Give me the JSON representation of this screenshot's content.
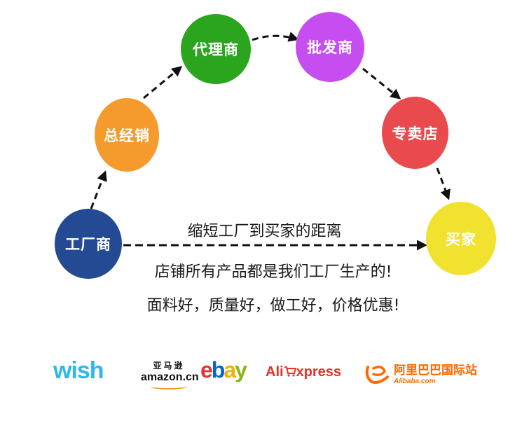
{
  "nodes": {
    "factory": {
      "label": "工厂商",
      "color": "#244a93"
    },
    "distributor": {
      "label": "总经销",
      "color": "#f59a2c"
    },
    "agent": {
      "label": "代理商",
      "color": "#2aa51d"
    },
    "wholesaler": {
      "label": "批发商",
      "color": "#c64df0"
    },
    "store": {
      "label": "专卖店",
      "color": "#e94a4e"
    },
    "buyer": {
      "label": "买家",
      "color": "#f0e22f"
    }
  },
  "captions": {
    "line1": "缩短工厂到买家的距离",
    "line2": "店铺所有产品都是我们工厂生产的!",
    "line3": "面料好，质量好，做工好，价格优惠!"
  },
  "logos": {
    "wish": "wish",
    "amazon_cn": "亚马逊",
    "amazon_en": "amazon.cn",
    "ebay": [
      "e",
      "b",
      "a",
      "y"
    ],
    "ebay_colors": [
      "#e53238",
      "#0064d2",
      "#f5af02",
      "#86b817"
    ],
    "aliexpress_prefix": "Ali",
    "aliexpress_suffix": "xpress",
    "alibaba_cn": "阿里巴巴国际站",
    "alibaba_en": "Alibaba.com"
  }
}
